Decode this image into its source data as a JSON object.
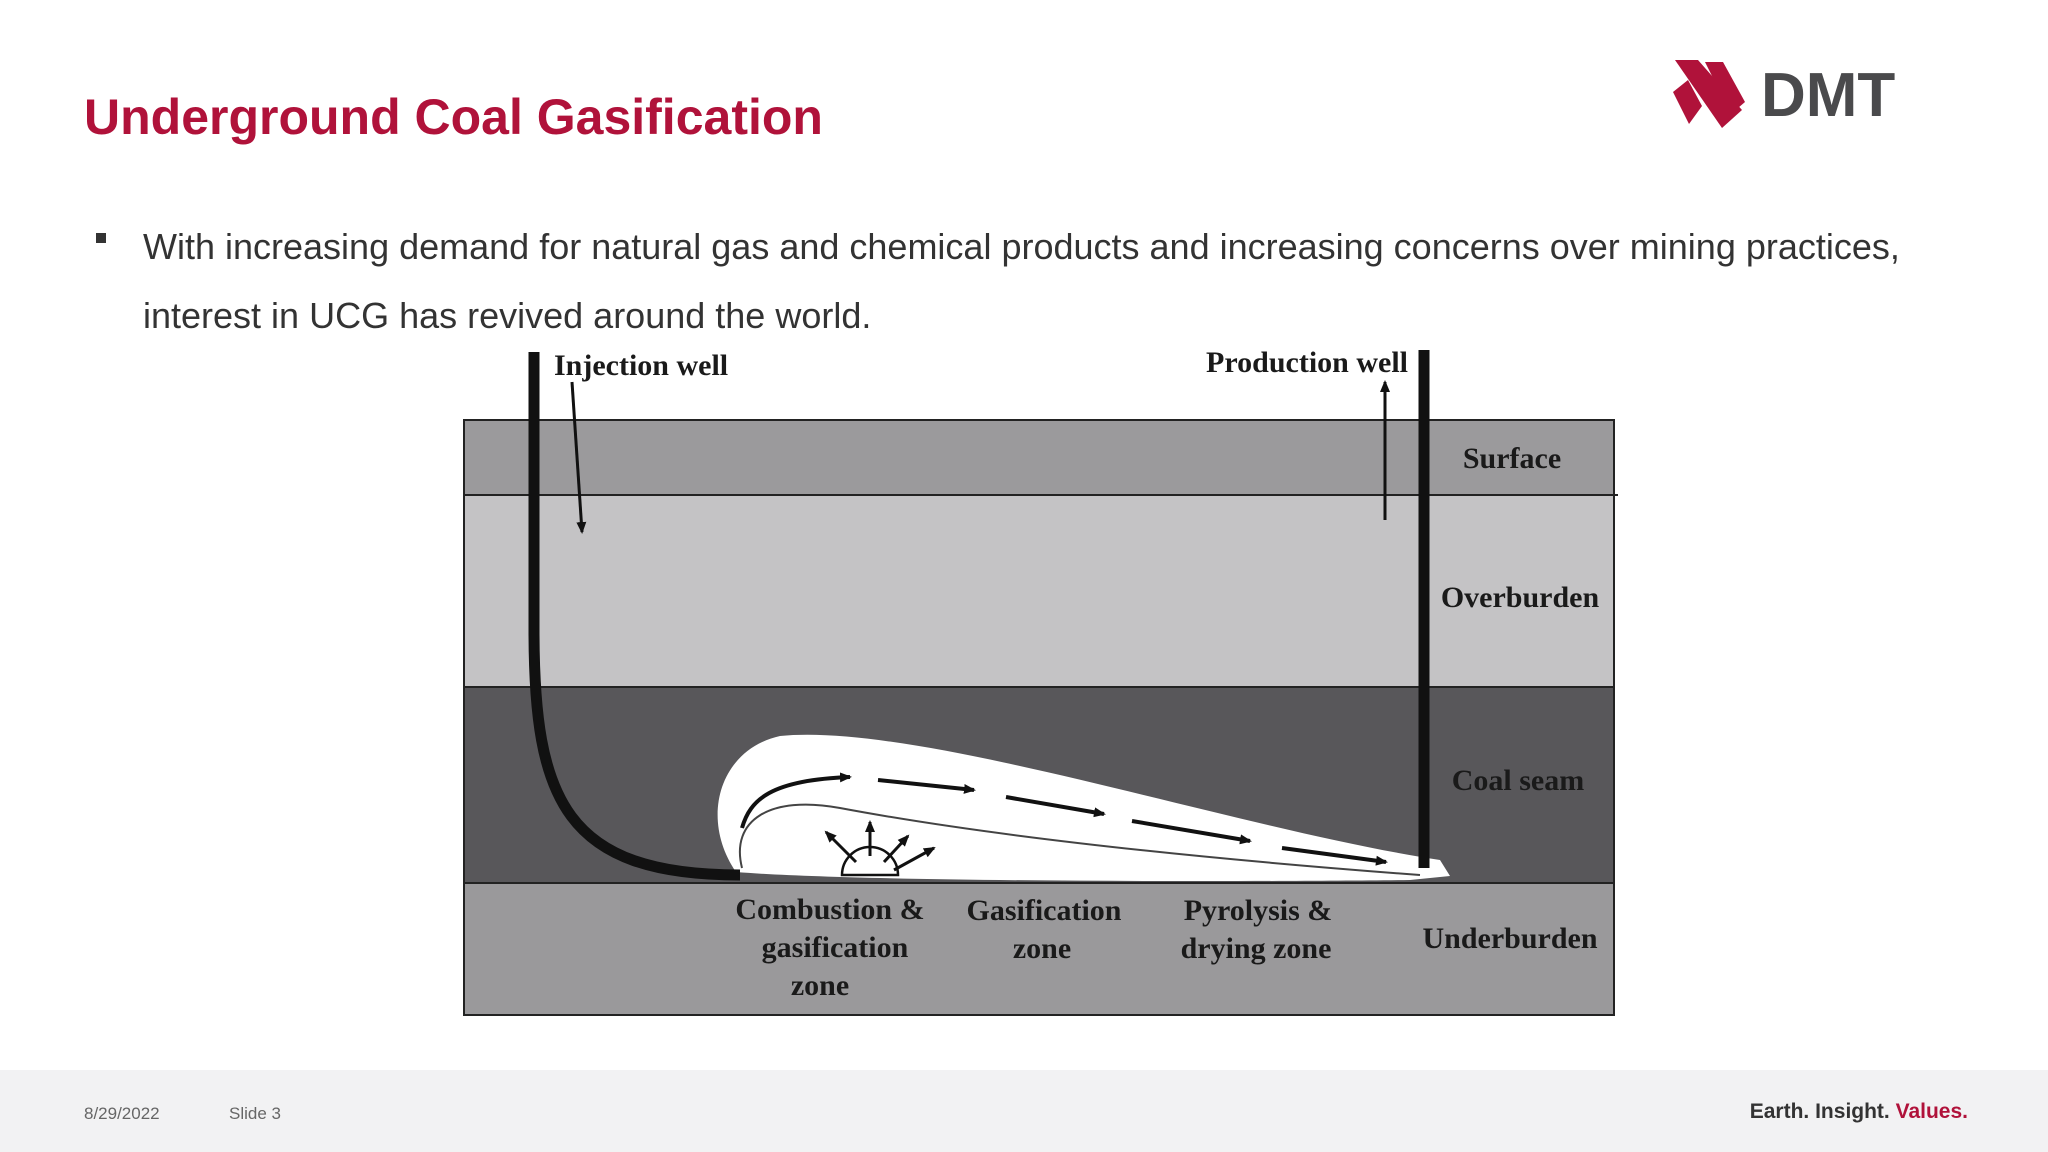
{
  "header": {
    "title": "Underground Coal Gasification",
    "logo_text": "DMT"
  },
  "content": {
    "bullet": "With increasing demand for natural gas and chemical products and increasing concerns over mining practices, interest in UCG has revived around the world."
  },
  "diagram": {
    "labels": {
      "injection_well": "Injection well",
      "production_well": "Production well",
      "surface": "Surface",
      "overburden": "Overburden",
      "coal_seam": "Coal seam",
      "underburden": "Underburden",
      "combustion_zone": [
        "Combustion &",
        "gasification",
        "zone"
      ],
      "gasification_zone": [
        "Gasification",
        "zone"
      ],
      "pyrolysis_zone": [
        "Pyrolysis &",
        "drying zone"
      ]
    }
  },
  "footer": {
    "date": "8/29/2022",
    "slide": "Slide 3",
    "tagline_main": "Earth. Insight.",
    "tagline_accent": "Values."
  },
  "colors": {
    "brand_red": "#b0123a",
    "surface_layer": "#9b9a9c",
    "overburden_layer": "#c4c3c5",
    "coal_seam_layer": "#58575a",
    "underburden_layer": "#9a999b"
  }
}
